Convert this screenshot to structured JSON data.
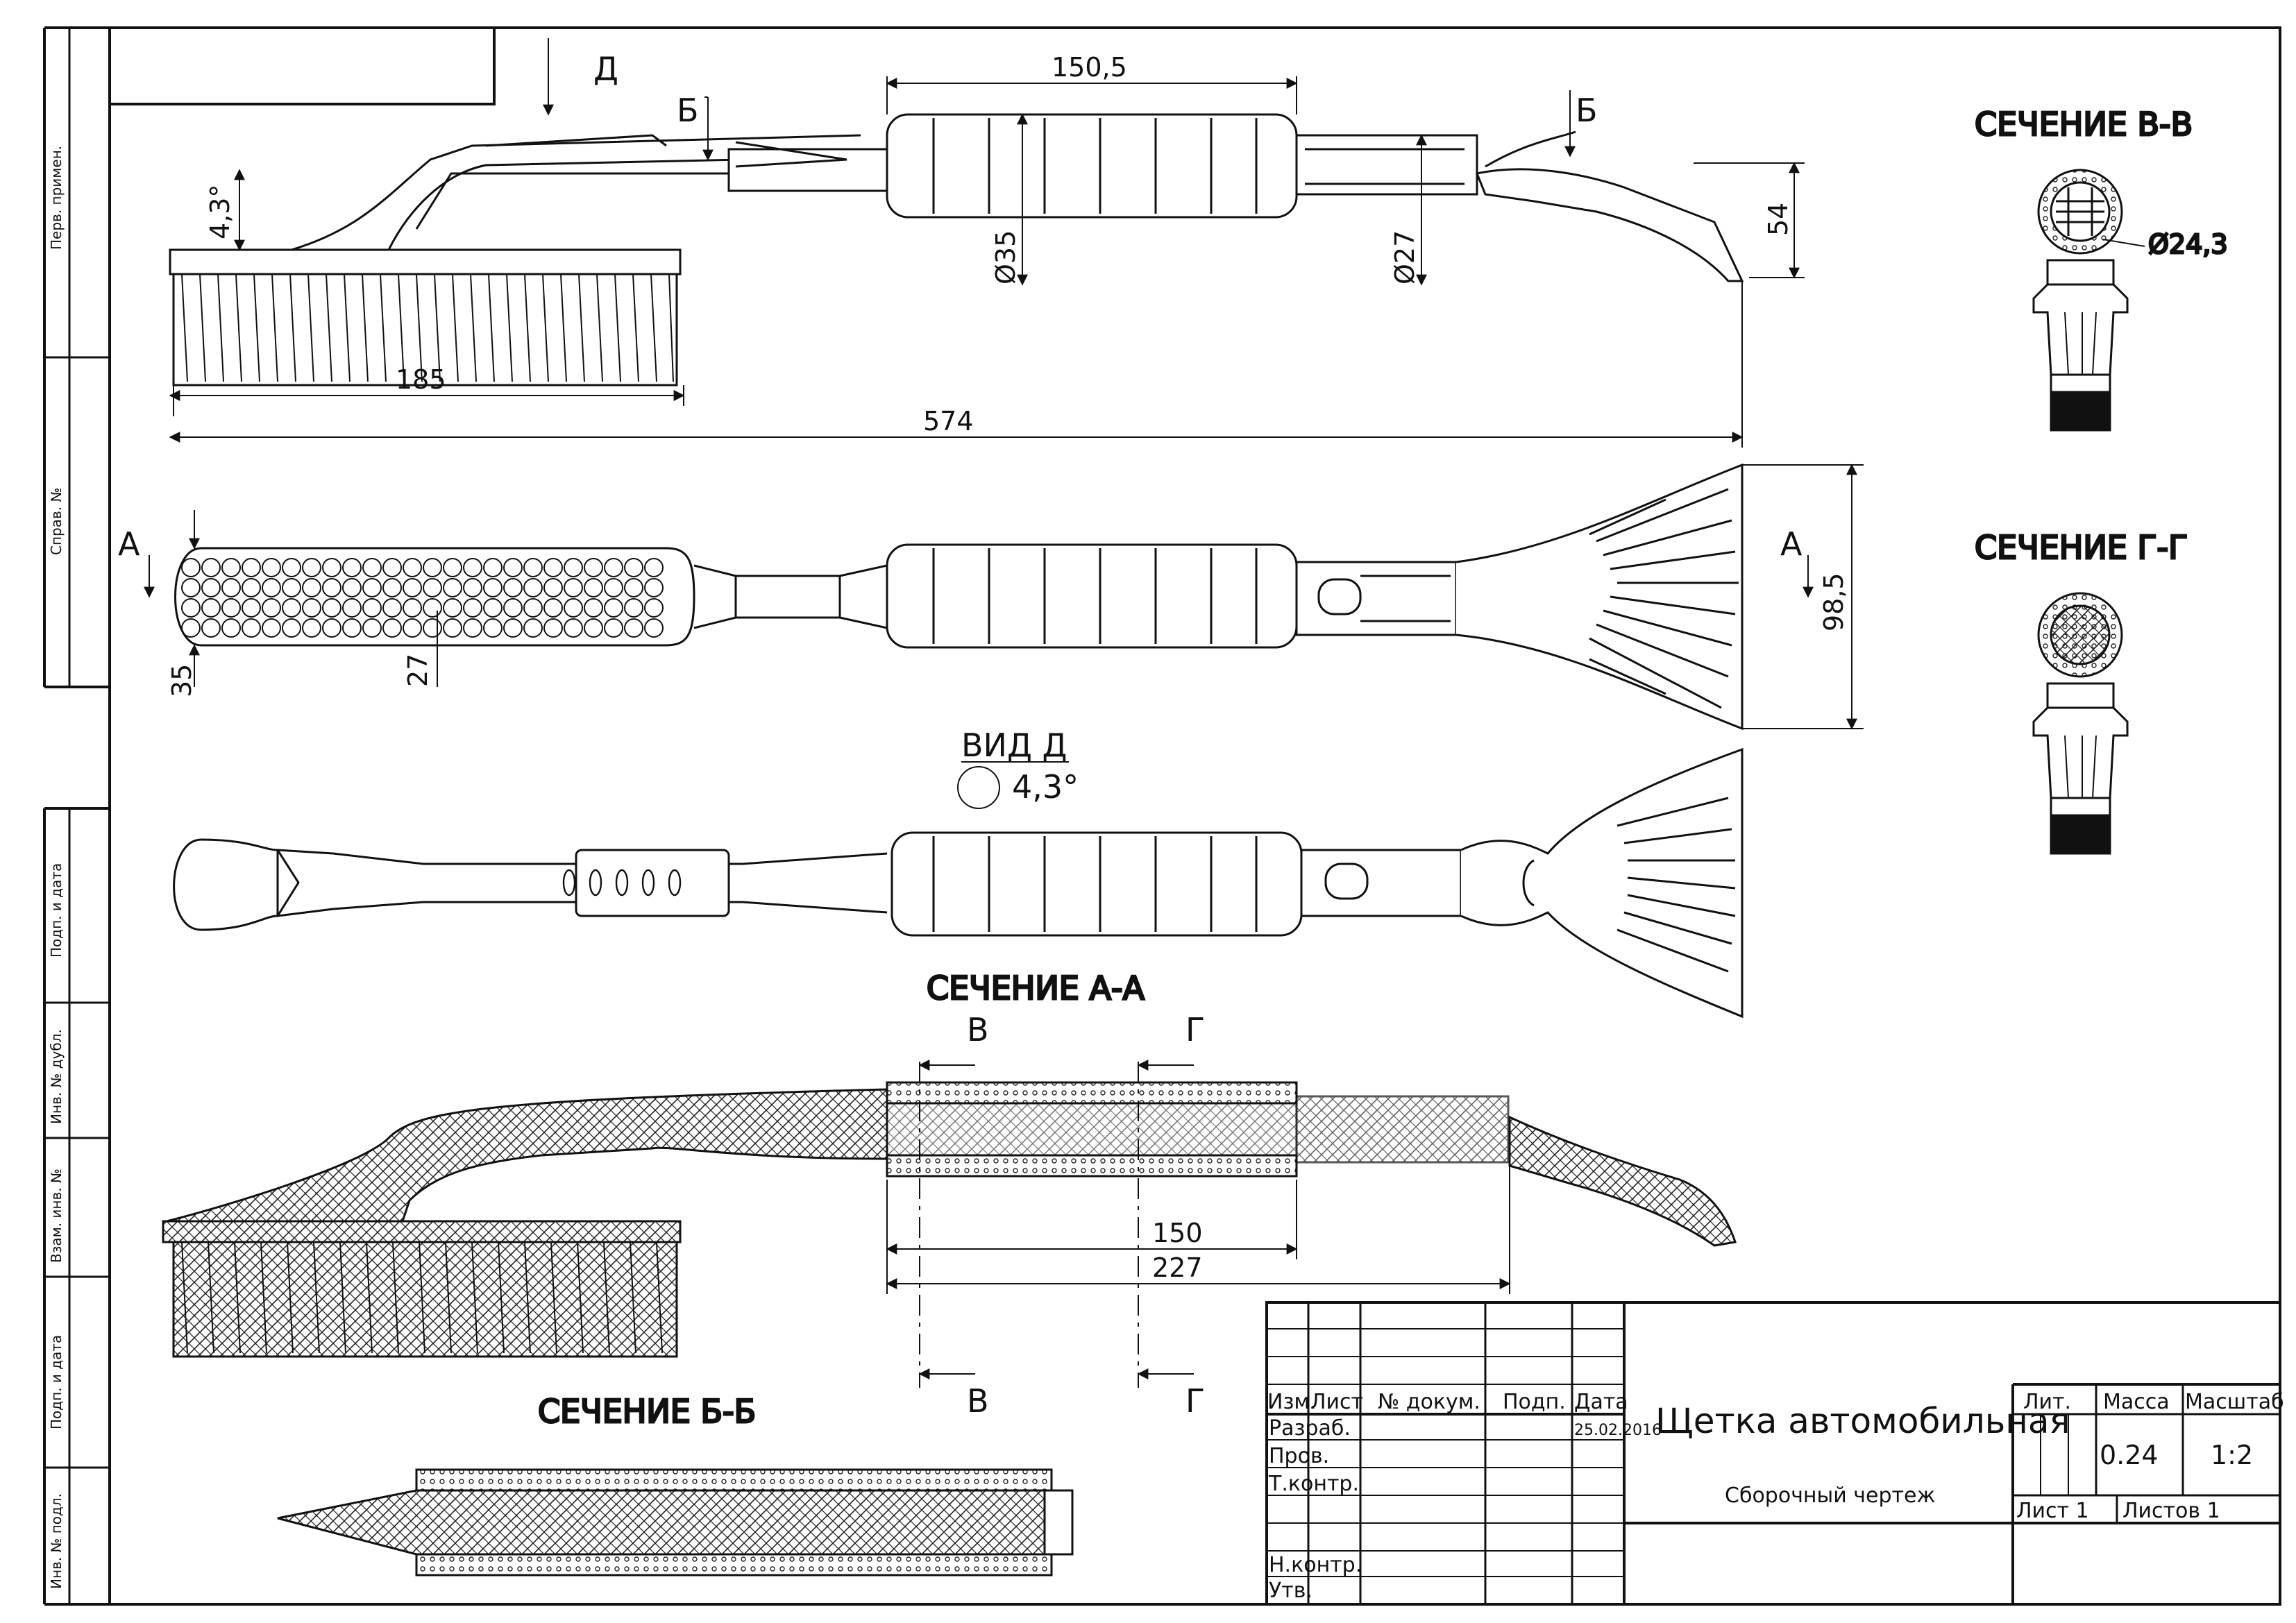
{
  "view_label": "ВИД Д",
  "view_angle": "4,3°",
  "arrows": {
    "D": "Д",
    "B": "Б",
    "A": "А",
    "V": "В",
    "G": "Г"
  },
  "sections": {
    "vv": "СЕЧЕНИЕ В-В",
    "gg": "СЕЧЕНИЕ Г-Г",
    "aa": "СЕЧЕНИЕ А-А",
    "bb": "СЕЧЕНИЕ Б-Б"
  },
  "dimensions": {
    "grip_length": "150,5",
    "angle": "4,3°",
    "grip_dia": "Ø35",
    "tube_dia": "Ø27",
    "scraper_height": "54",
    "brush_length": "185",
    "total_length": "574",
    "head_width": "35",
    "tube_width": "27",
    "scraper_width": "98,5",
    "vv_dia": "Ø24,3",
    "aa_grip": "150",
    "aa_tube": "227"
  },
  "title_block": {
    "title": "Щетка автомобильная",
    "doc_type": "Сборочный чертеж",
    "mass": "0.24",
    "scale": "1:2",
    "col_izm": "Изм.",
    "col_list": "Лист",
    "col_doc": "№ докум.",
    "col_sign": "Подп.",
    "col_date": "Дата",
    "date_value": "25.02.2016",
    "lit": "Лит.",
    "massa": "Масса",
    "masshtab": "Масштаб",
    "sheet": "Лист 1",
    "sheets": "Листов     1",
    "razrab": "Разраб.",
    "prov": "Пров.",
    "tkontr": "Т.контр.",
    "nkontr": "Н.контр.",
    "utv": "Утв."
  },
  "side_labels": {
    "perv": "Перв. примен.",
    "sprav": "Справ. №",
    "podp1": "Подп. и дата",
    "inv_dubl": "Инв. № дубл.",
    "vzam": "Взам. инв. №",
    "podp2": "Подп. и дата",
    "inv_podl": "Инв. № подл."
  }
}
